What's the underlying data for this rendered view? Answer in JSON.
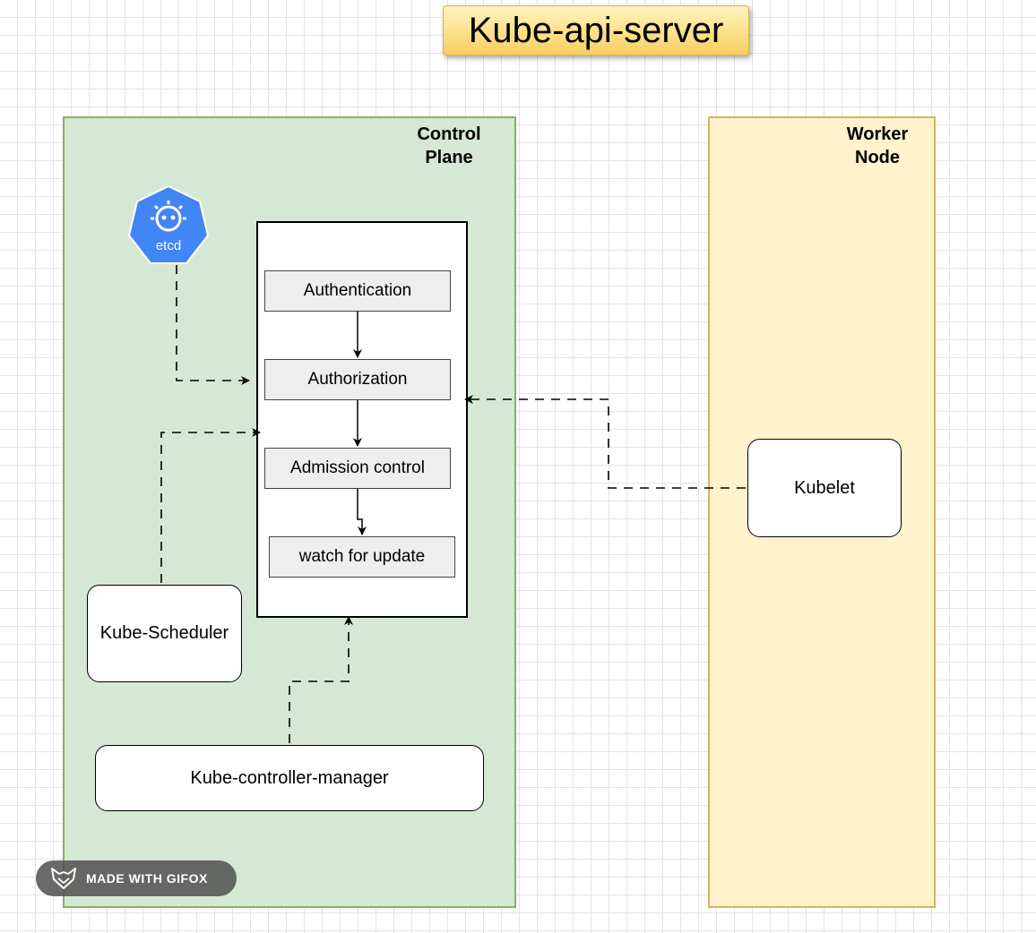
{
  "title": "Kube-api-server",
  "control_plane": {
    "label_line1": "Control",
    "label_line2": "Plane"
  },
  "worker_node": {
    "label_line1": "Worker",
    "label_line2": "Node"
  },
  "etcd": {
    "label": "etcd",
    "icon": "etcd-robot-icon",
    "color": "#4285f4"
  },
  "api_server_steps": [
    {
      "label": "Authentication"
    },
    {
      "label": "Authorization"
    },
    {
      "label": "Admission control"
    },
    {
      "label": "watch for update"
    }
  ],
  "components": {
    "scheduler": "Kube-Scheduler",
    "controller_manager": "Kube-controller-manager",
    "kubelet": "Kubelet"
  },
  "watermark": {
    "text": "MADE WITH GIFOX",
    "icon": "fox-logo-icon"
  },
  "colors": {
    "control_plane_fill": "#d5e8d4",
    "control_plane_stroke": "#82b366",
    "worker_fill": "#fff2cc",
    "worker_stroke": "#d6b656",
    "title_fill": "#fde08a"
  }
}
